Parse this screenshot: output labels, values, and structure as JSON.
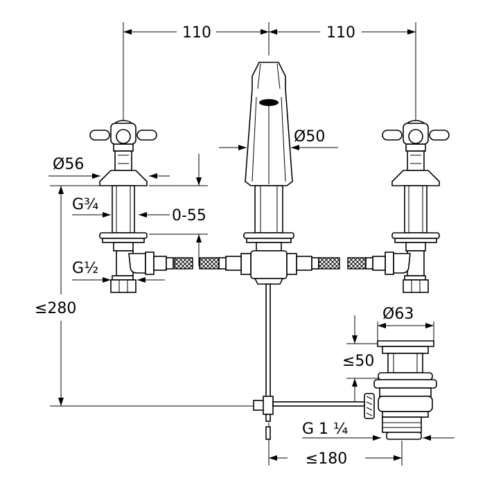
{
  "dimensions": {
    "left_spacing": "110",
    "right_spacing": "110",
    "handle_diameter": "Ø56",
    "spout_diameter": "Ø50",
    "valve_thread": "G¾",
    "deck_range": "0-55",
    "supply_thread": "G½",
    "max_height": "≤280",
    "waste_diameter": "Ø63",
    "waste_range": "≤50",
    "waste_thread": "G 1 ¼",
    "waste_distance": "≤180"
  },
  "colors": {
    "line": "#000000",
    "background": "#ffffff"
  }
}
